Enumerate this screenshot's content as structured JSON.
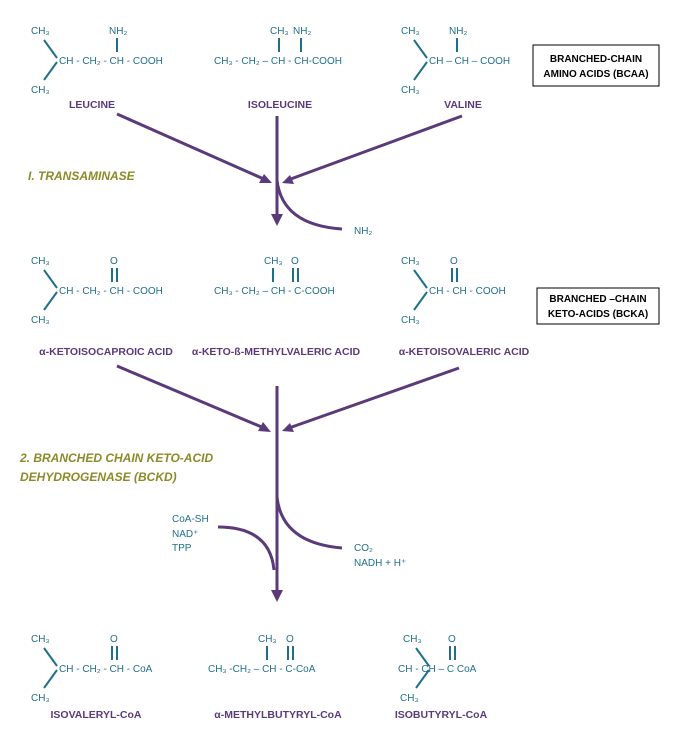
{
  "colors": {
    "structure": "#1f6f8b",
    "name": "#5b3a7a",
    "enzyme": "#8c8a27",
    "arrow": "#5b3a7a"
  },
  "boxes": {
    "bcaa": [
      "BRANCHED-CHAIN",
      "AMINO ACIDS (BCAA)"
    ],
    "bcka": [
      "BRANCHED –CHAIN",
      "KETO-ACIDS (BCKA)"
    ]
  },
  "enzymes": {
    "step1": "I.  TRANSAMINASE",
    "step2_line1": "2. BRANCHED CHAIN KETO-ACID",
    "step2_line2": "DEHYDROGENASE (BCKD)"
  },
  "row1": {
    "leucine": {
      "name": "LEUCINE",
      "top": "CH₃",
      "nh2": "NH₂",
      "main": "CH - CH₂ - CH - COOH",
      "bottom": "CH₃"
    },
    "isoleucine": {
      "name": "ISOLEUCINE",
      "ch3": "CH₃",
      "nh2": "NH₂",
      "main": "CH₃ - CH₂ – CH - CH-COOH"
    },
    "valine": {
      "name": "VALINE",
      "top": "CH₃",
      "nh2": "NH₂",
      "main": "CH – CH – COOH",
      "bottom": "CH₃"
    }
  },
  "row2": {
    "a": {
      "name": "α-KETOISOCAPROIC ACID",
      "top": "CH₃",
      "o": "O",
      "main": "CH - CH₂ - CH - COOH",
      "bottom": "CH₃"
    },
    "b": {
      "name": "α-KETO-ß-METHYLVALERIC ACID",
      "ch3": "CH₃",
      "o": "O",
      "main": "CH₃ - CH₂ – CH - C-COOH"
    },
    "c": {
      "name": "α-KETOISOVALERIC ACID",
      "top": "CH₃",
      "o": "O",
      "main": "CH - CH - COOH",
      "bottom": "CH₃"
    }
  },
  "row3": {
    "a": {
      "name": "ISOVALERYL-CoA",
      "top": "CH₃",
      "o": "O",
      "main": "CH - CH₂ - CH - CoA",
      "bottom": "CH₃"
    },
    "b": {
      "name": "α-METHYLBUTYRYL-CoA",
      "ch3": "CH₃",
      "o": "O",
      "main": "CH₃ -CH₂ – CH - C-CoA"
    },
    "c": {
      "name": "ISOBUTYRYL-CoA",
      "top": "CH₃",
      "o": "O",
      "main": "CH - CH – C CoA",
      "bottom": "CH₃"
    }
  },
  "side": {
    "nh2_out": "NH₂",
    "in": [
      "CoA-SH",
      "NAD⁺",
      "TPP"
    ],
    "out": [
      "CO₂",
      "NADH + H⁺"
    ]
  }
}
